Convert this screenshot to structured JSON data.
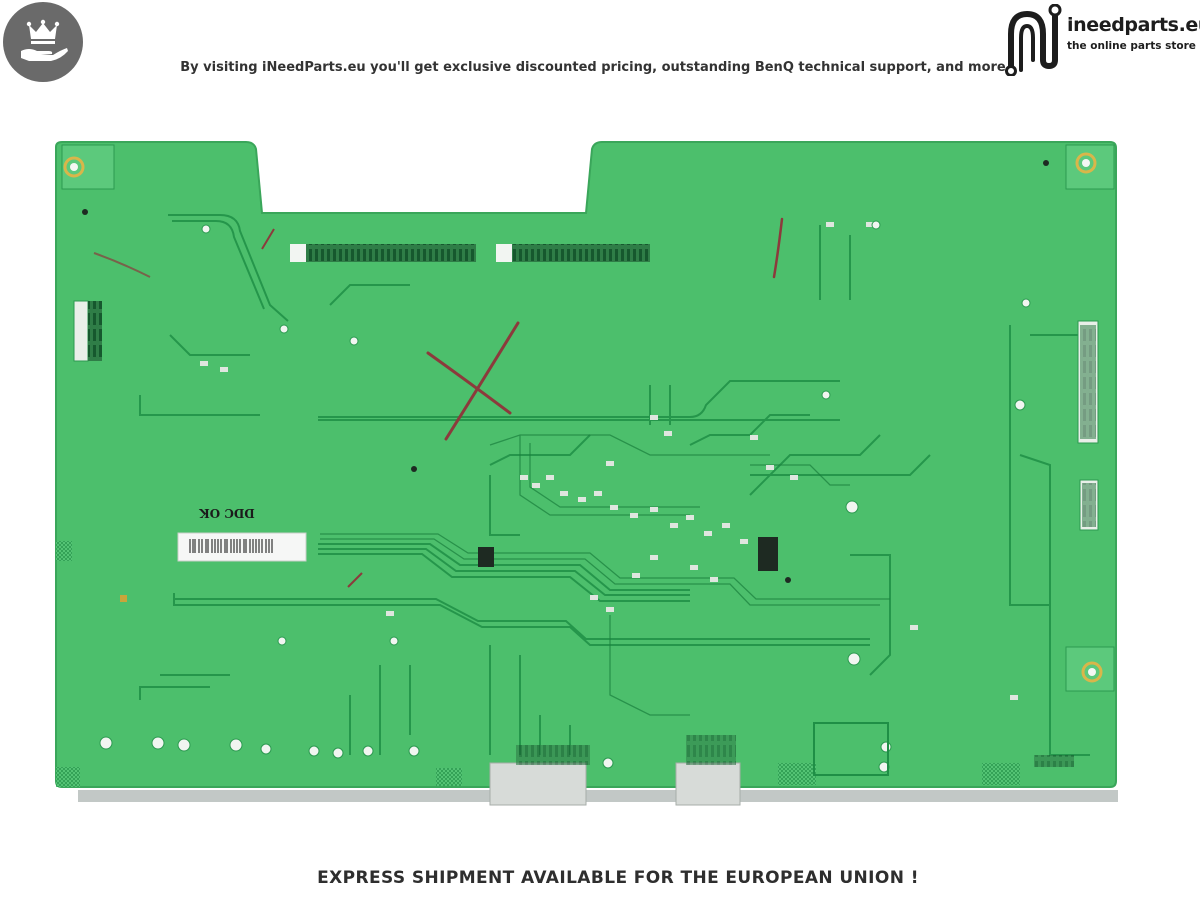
{
  "header": {
    "tagline": "By visiting iNeedParts.eu you'll get exclusive discounted pricing, outstanding BenQ technical support, and more",
    "logo_icon": "crown-hand-icon",
    "brand_name": "ineedparts.eu",
    "brand_tagline": "the online parts store",
    "brand_icon": "circuit-n-icon"
  },
  "product": {
    "board_label": "DDC OK"
  },
  "footer": {
    "notice": "EXPRESS SHIPMENT AVAILABLE FOR THE EUROPEAN UNION !"
  },
  "colors": {
    "board": "#4cbf6c",
    "trace": "#1f8f46",
    "badge": "#6a6a6a"
  }
}
